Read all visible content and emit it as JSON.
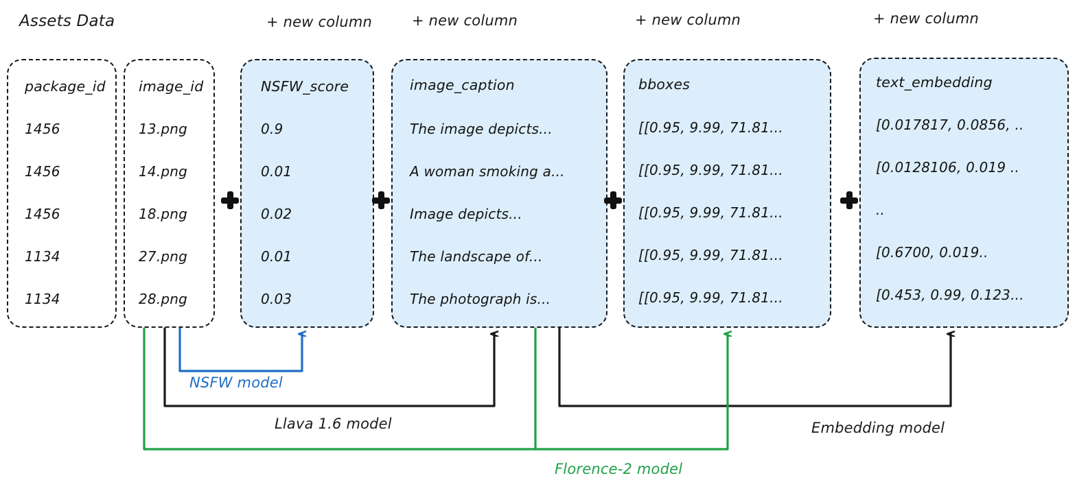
{
  "title": "Assets Data",
  "new_column_label": "+ new column",
  "colors": {
    "column_fill": "#dceefb",
    "border": "#18181b",
    "nsfw_arrow": "#1f6fc4",
    "llava_arrow": "#1b1b1b",
    "florence_arrow": "#21a148",
    "embedding_arrow": "#1b1b1b"
  },
  "columns": [
    {
      "id": "package_id",
      "header": "package_id",
      "filled": false,
      "new_column": false,
      "values": [
        "1456",
        "1456",
        "1456",
        "1134",
        "1134"
      ]
    },
    {
      "id": "image_id",
      "header": "image_id",
      "filled": false,
      "new_column": false,
      "values": [
        "13.png",
        "14.png",
        "18.png",
        "27.png",
        "28.png"
      ]
    },
    {
      "id": "NSFW_score",
      "header": "NSFW_score",
      "filled": true,
      "new_column": true,
      "values": [
        "0.9",
        "0.01",
        "0.02",
        "0.01",
        "0.03"
      ]
    },
    {
      "id": "image_caption",
      "header": "image_caption",
      "filled": true,
      "new_column": true,
      "values": [
        "The image depicts...",
        "A woman smoking a...",
        "Image depicts...",
        "The landscape of...",
        "The photograph is..."
      ]
    },
    {
      "id": "bboxes",
      "header": "bboxes",
      "filled": true,
      "new_column": true,
      "values": [
        "[[0.95, 9.99, 71.81...",
        "[[0.95, 9.99, 71.81...",
        "[[0.95, 9.99, 71.81...",
        "[[0.95, 9.99, 71.81...",
        "[[0.95, 9.99, 71.81..."
      ]
    },
    {
      "id": "text_embedding",
      "header": "text_embedding",
      "filled": true,
      "new_column": true,
      "values": [
        "[0.017817, 0.0856, ..",
        "[0.0128106, 0.019 ..",
        "..",
        "[0.6700, 0.019..",
        "[0.453, 0.99, 0.123..."
      ]
    }
  ],
  "plus_signs": 4,
  "models": [
    {
      "id": "nsfw",
      "label": "NSFW model",
      "color": "#1f6fc4"
    },
    {
      "id": "llava",
      "label": "Llava 1.6 model",
      "color": "#1b1b1b"
    },
    {
      "id": "florence",
      "label": "Florence-2 model",
      "color": "#21a148"
    },
    {
      "id": "embedding",
      "label": "Embedding model",
      "color": "#1b1b1b"
    }
  ]
}
